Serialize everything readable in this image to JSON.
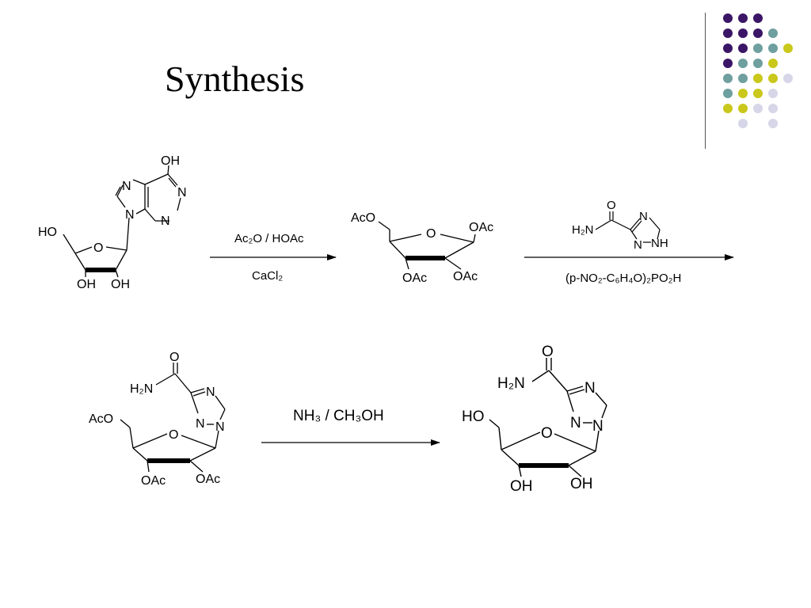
{
  "slide": {
    "title": "Synthesis"
  },
  "palette": [
    "#3b1566",
    "#6f9f9f",
    "#c9c81b",
    "#d6d6e8"
  ],
  "scheme": {
    "inosine": {
      "oh_top": "OH",
      "n1": "N",
      "n2": "N",
      "n3": "N",
      "n4": "N",
      "ho": "HO",
      "o": "O",
      "oh3": "OH",
      "oh2": "OH"
    },
    "step1": {
      "reagent": "Ac₂O / HOAc",
      "catalyst": "CaCl₂"
    },
    "triacetate": {
      "aco": "AcO",
      "o": "O",
      "oac1": "OAc",
      "oac3": "OAc",
      "oac2": "OAc"
    },
    "step2": {
      "reagent_o": "O",
      "reagent_h2n": "H₂N",
      "reagent_n1": "N",
      "reagent_n2": "N",
      "reagent_nh": "NH",
      "catalyst": "(p-NO₂-C₆H₄O)₂PO₂H"
    },
    "intermediate": {
      "o": "O",
      "h2n": "H₂N",
      "n1": "N",
      "n2": "N",
      "n3": "N",
      "aco": "AcO",
      "ring_o": "O",
      "oac3": "OAc",
      "oac2": "OAc"
    },
    "step3": {
      "reagent": "NH₃ / CH₃OH"
    },
    "ribavirin": {
      "o": "O",
      "h2n": "H₂N",
      "n1": "N",
      "n2": "N",
      "n3": "N",
      "ho": "HO",
      "ring_o": "O",
      "oh3": "OH",
      "oh2": "OH"
    }
  }
}
